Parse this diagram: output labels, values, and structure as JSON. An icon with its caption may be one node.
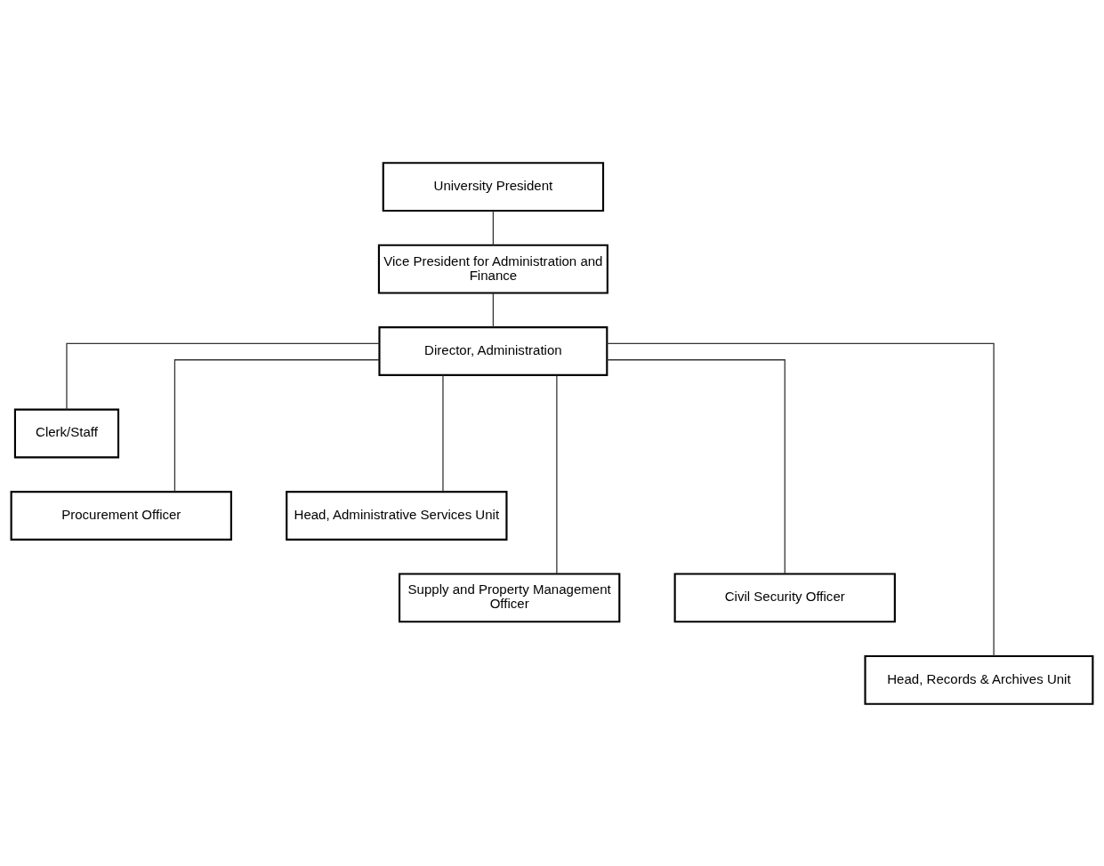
{
  "diagram": {
    "nodes": [
      {
        "text": [
          "University President"
        ]
      },
      {
        "text": [
          "Vice President for Administration and Finance"
        ]
      },
      {
        "text": [
          "Director, Administration"
        ]
      },
      {
        "text": [
          "Clerk/Staff"
        ]
      },
      {
        "text": [
          "Procurement Officer"
        ]
      },
      {
        "text": [
          "Head, Administrative Services Unit"
        ]
      },
      {
        "text": [
          "Supply and Property Management Officer"
        ]
      },
      {
        "text": [
          "Civil Security Officer"
        ]
      },
      {
        "text": [
          "Head, Records & Archives Unit"
        ]
      }
    ],
    "edges": [
      {
        "from": 0,
        "to": 1,
        "arrow": "none"
      },
      {
        "from": 1,
        "to": 2,
        "arrow": "none"
      },
      {
        "from": 2,
        "to": 3,
        "arrow": "none"
      },
      {
        "from": 2,
        "to": 4,
        "arrow": "none"
      },
      {
        "from": 2,
        "to": 5,
        "arrow": "none"
      },
      {
        "from": 2,
        "to": 6,
        "arrow": "none"
      },
      {
        "from": 2,
        "to": 7,
        "arrow": "none"
      },
      {
        "from": 2,
        "to": 8,
        "arrow": "none"
      }
    ]
  }
}
